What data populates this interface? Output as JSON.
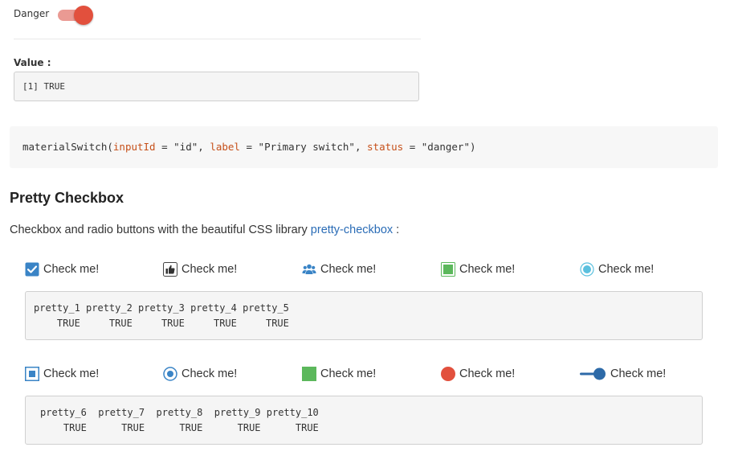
{
  "switch": {
    "label": "Danger",
    "checked": true,
    "color": "#e2503d"
  },
  "value_section": {
    "label": "Value :",
    "output": "[1] TRUE"
  },
  "code": {
    "fn": "materialSwitch(",
    "arg1": "inputId",
    "eq1": " = ",
    "val1": "\"id\"",
    "sep1": ", ",
    "arg2": "label",
    "eq2": " = ",
    "val2": "\"Primary switch\"",
    "sep2": ", ",
    "arg3": "status",
    "eq3": " = ",
    "val3": "\"danger\"",
    "close": ")"
  },
  "pretty_checkbox": {
    "title": "Pretty Checkbox",
    "desc_before": "Checkbox and radio buttons with the beautiful CSS library ",
    "link": "pretty-checkbox",
    "desc_after": " :"
  },
  "row1": {
    "items": [
      {
        "label": "Check me!",
        "icon": "check-square-icon",
        "color": "#3a84c6"
      },
      {
        "label": "Check me!",
        "icon": "thumbs-up-icon",
        "color": "#333333"
      },
      {
        "label": "Check me!",
        "icon": "users-icon",
        "color": "#3a84c6"
      },
      {
        "label": "Check me!",
        "icon": "filled-square-icon",
        "color": "#5cb85c"
      },
      {
        "label": "Check me!",
        "icon": "radio-dot-icon",
        "color": "#5bc0de"
      }
    ],
    "output_line1": "pretty_1 pretty_2 pretty_3 pretty_4 pretty_5",
    "output_line2": "    TRUE     TRUE     TRUE     TRUE     TRUE"
  },
  "row2": {
    "items": [
      {
        "label": "Check me!",
        "icon": "square-in-square-icon",
        "color": "#3a84c6"
      },
      {
        "label": "Check me!",
        "icon": "radio-circle-icon",
        "color": "#3a84c6"
      },
      {
        "label": "Check me!",
        "icon": "green-square-icon",
        "color": "#5cb85c"
      },
      {
        "label": "Check me!",
        "icon": "red-circle-icon",
        "color": "#e2503d"
      },
      {
        "label": "Check me!",
        "icon": "toggle-switch-icon",
        "color": "#2d6aa8"
      }
    ],
    "output_line1": "pretty_6  pretty_7  pretty_8  pretty_9 pretty_10",
    "output_line2": "    TRUE      TRUE      TRUE      TRUE      TRUE"
  }
}
